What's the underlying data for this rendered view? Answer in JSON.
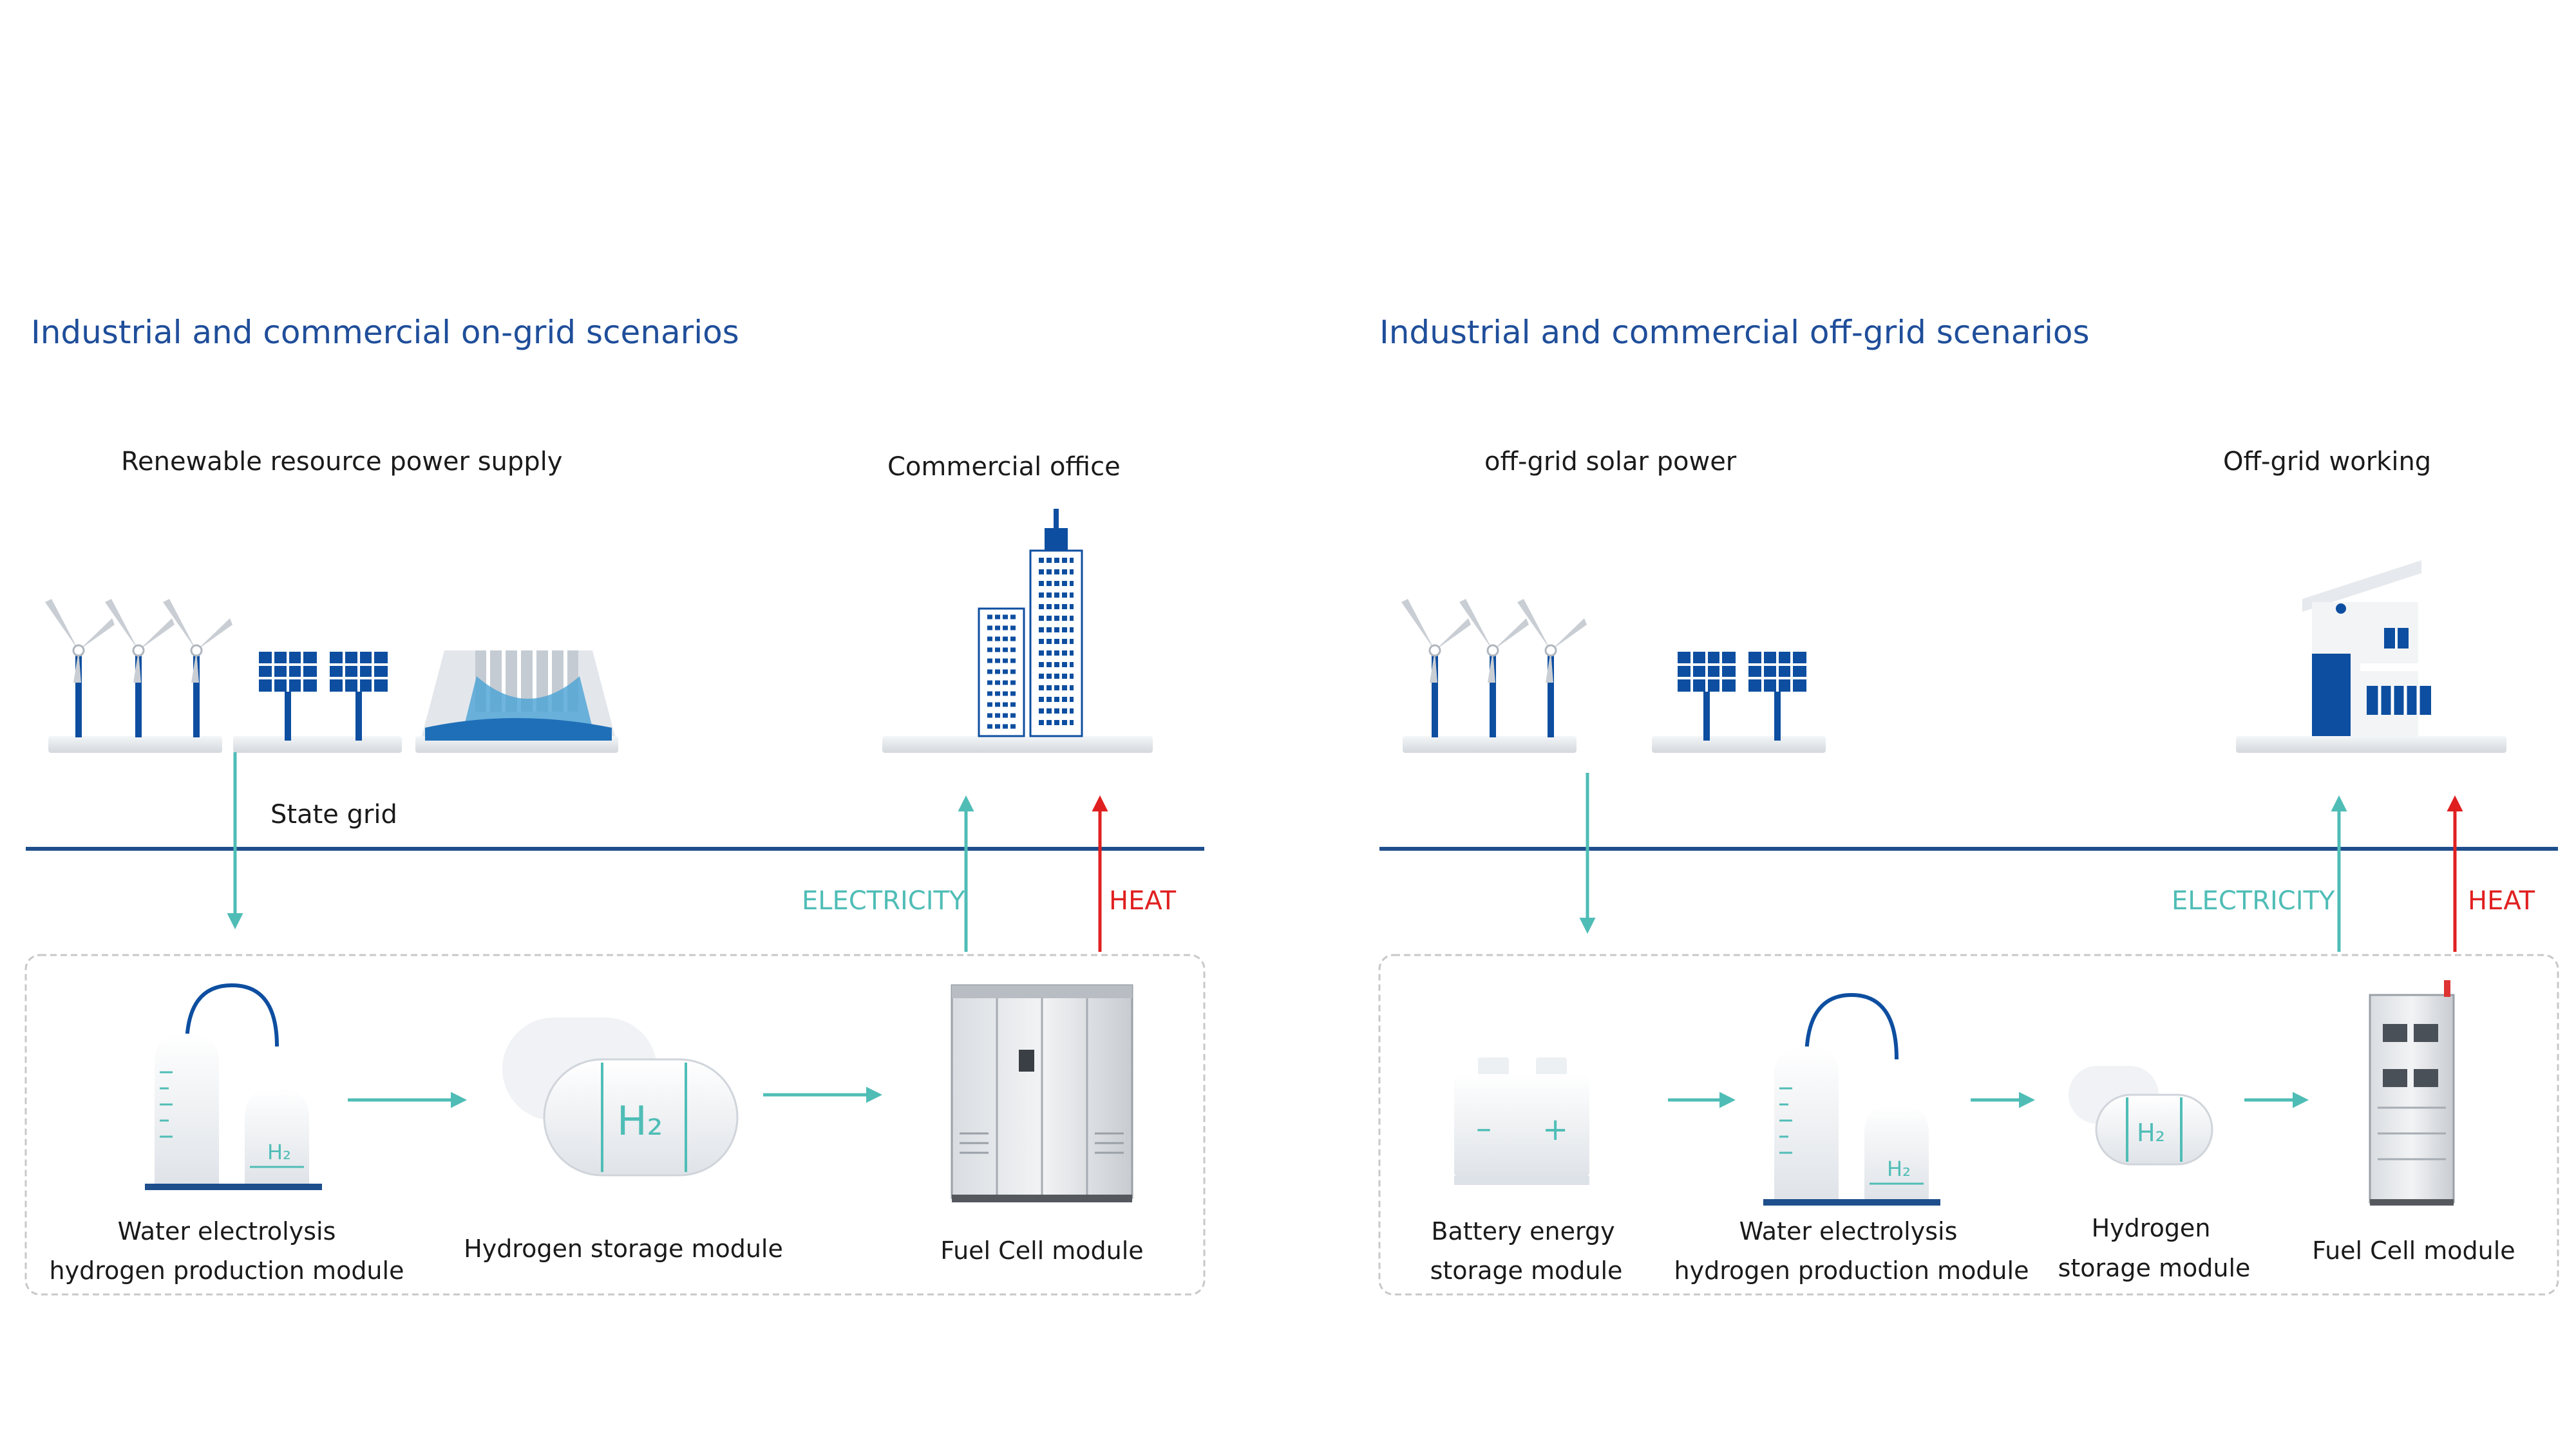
{
  "colors": {
    "title": "#1f4e9a",
    "grid_line": "#1e4e8c",
    "teal": "#4fbdb6",
    "heat": "#e02020",
    "icon_blue": "#0d4ea0",
    "panel_border": "#c8c8c8"
  },
  "left": {
    "title": "Industrial and commercial on-grid scenarios",
    "source_label": "Renewable resource power supply",
    "consumer_label": "Commercial office",
    "grid_label": "State grid",
    "electricity_label": "ELECTRICITY",
    "heat_label": "HEAT",
    "electrolysis": {
      "line1": "Water electrolysis",
      "line2": "hydrogen production module",
      "tag": "H₂"
    },
    "storage": {
      "line1": "Hydrogen storage module",
      "tag": "H₂"
    },
    "fuel_cell": {
      "line1": "Fuel Cell module"
    }
  },
  "right": {
    "title": "Industrial and commercial off-grid scenarios",
    "source_label": "off-grid solar power",
    "consumer_label": "Off-grid working",
    "electricity_label": "ELECTRICITY",
    "heat_label": "HEAT",
    "battery": {
      "line1": "Battery energy",
      "line2": "storage module",
      "minus": "–",
      "plus": "+"
    },
    "electrolysis": {
      "line1": "Water electrolysis",
      "line2": "hydrogen production module",
      "tag": "H₂"
    },
    "storage": {
      "line1": "Hydrogen",
      "line2": "storage module",
      "tag": "H₂"
    },
    "fuel_cell": {
      "line1": "Fuel Cell module"
    }
  }
}
